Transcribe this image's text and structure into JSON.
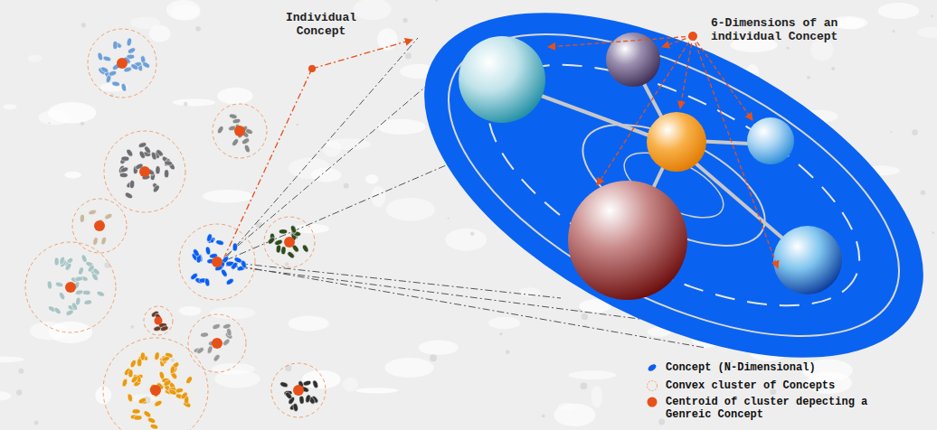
{
  "diagram": {
    "labels": [
      "Individual Concept",
      "6-Dimensions of an individual Concept"
    ],
    "legend": [
      {
        "text": "Concept (N-Dimensional)",
        "color": "#0a5ef0"
      },
      {
        "text": "Convex cluster of Concepts"
      },
      {
        "text": "Centroid of cluster depecting a Genreic Concept",
        "color": "#e8501a"
      }
    ]
  }
}
